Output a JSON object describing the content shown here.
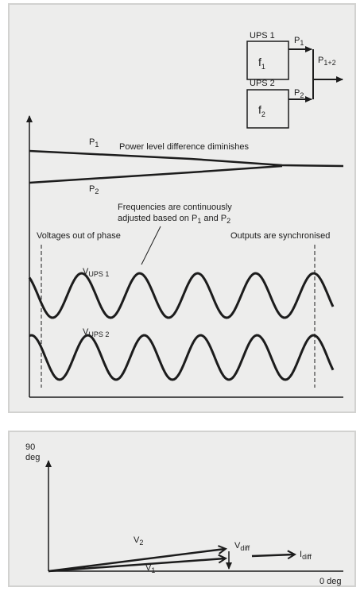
{
  "top_diagram": {
    "ups1": {
      "label": "UPS 1",
      "box_main": "f",
      "box_sub": "1",
      "out_main": "P",
      "out_sub": "1"
    },
    "ups2": {
      "label": "UPS 2",
      "box_main": "f",
      "box_sub": "2",
      "out_main": "P",
      "out_sub": "2"
    },
    "combined": {
      "main": "P",
      "sub": "1+2"
    },
    "p1_curve": {
      "main": "P",
      "sub": "1"
    },
    "p2_curve": {
      "main": "P",
      "sub": "2"
    },
    "power_level_text": "Power level difference diminishes",
    "freq_text_line1": "Frequencies are continuously",
    "freq_text_line2_a": "adjusted based on P",
    "freq_text_line2_sub1": "1",
    "freq_text_line2_b": " and P",
    "freq_text_line2_sub2": "2",
    "out_of_phase_text": "Voltages out of phase",
    "synchronised_text": "Outputs are synchronised",
    "vups1": {
      "main": "V",
      "sub": "UPS 1"
    },
    "vups2": {
      "main": "V",
      "sub": "UPS 2"
    }
  },
  "bottom_diagram": {
    "y_axis_label_line1": "90",
    "y_axis_label_line2": "deg",
    "x_axis_label": "0 deg",
    "v1": {
      "main": "V",
      "sub": "1"
    },
    "v2": {
      "main": "V",
      "sub": "2"
    },
    "vdiff": {
      "main": "V",
      "sub": "diff"
    },
    "idiff": {
      "main": "I",
      "sub": "diff"
    }
  }
}
